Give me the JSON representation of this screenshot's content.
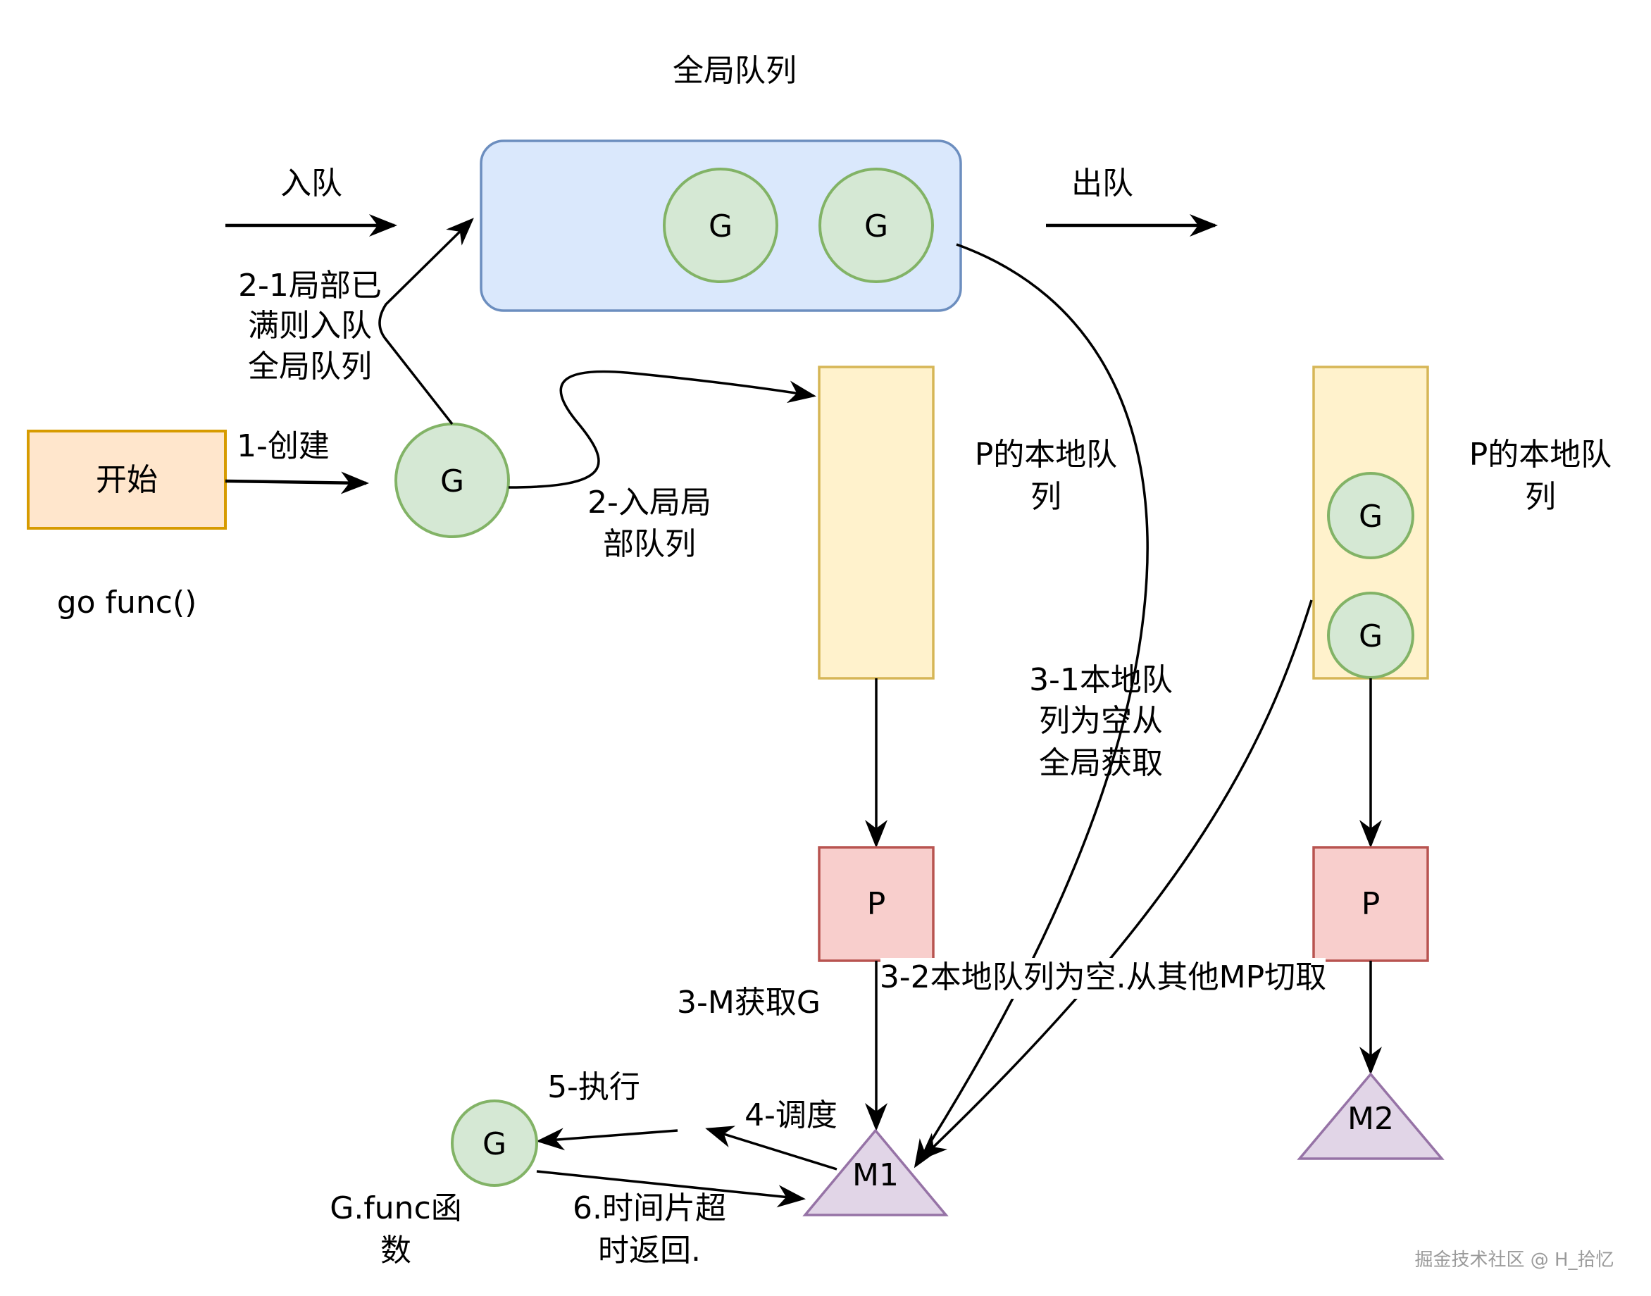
{
  "title": "全局队列",
  "colors": {
    "global_queue_fill": "#dae8fc",
    "global_queue_stroke": "#6c8ebf",
    "g_fill": "#d5e8d4",
    "g_stroke": "#82b366",
    "start_fill": "#ffe6cc",
    "start_stroke": "#d79b00",
    "local_queue_fill": "#fff2cc",
    "local_queue_stroke": "#d6b656",
    "p_fill": "#f8cecc",
    "p_stroke": "#b85450",
    "m_fill": "#e1d5e7",
    "m_stroke": "#9673a6"
  },
  "nodes": {
    "start": {
      "label": "开始",
      "caption": "go func()"
    },
    "new_g": {
      "label": "G"
    },
    "global_queue": {
      "g_items": [
        "G",
        "G"
      ]
    },
    "local_queue_1": {
      "caption_lines": [
        "P的本地队",
        "列"
      ],
      "g_items": []
    },
    "local_queue_2": {
      "caption_lines": [
        "P的本地队",
        "列"
      ],
      "g_items": [
        "G",
        "G"
      ]
    },
    "p1": {
      "label": "P"
    },
    "p2": {
      "label": "P"
    },
    "m1": {
      "label": "M1"
    },
    "m2": {
      "label": "M2"
    },
    "exec_g": {
      "label": "G",
      "caption_lines": [
        "G.func函",
        "数"
      ]
    }
  },
  "edges": {
    "enqueue": "入队",
    "dequeue": "出队",
    "create": "1-创建",
    "local_full": [
      "2-1局部已",
      "满则入队",
      "全局队列"
    ],
    "to_local": [
      "2-入局局",
      "部队列"
    ],
    "from_global": [
      "3-1本地队",
      "列为空从",
      "全局获取"
    ],
    "steal": "3-2本地队列为空.从其他MP切取",
    "m_get_g": "3-M获取G",
    "schedule": "4-调度",
    "execute": "5-执行",
    "timeout_return": [
      "6.时间片超",
      "时返回."
    ]
  },
  "watermark": "掘金技术社区 @ H_拾忆"
}
